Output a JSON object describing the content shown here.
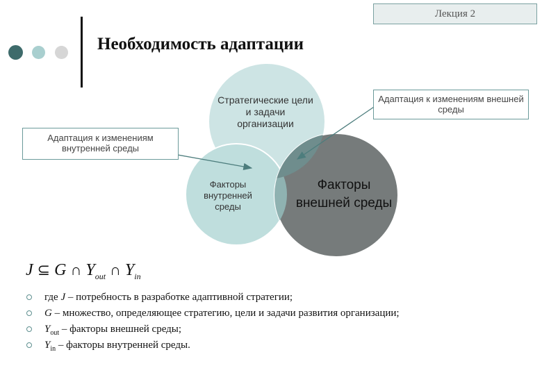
{
  "header": {
    "lecture_label": "Лекция 2",
    "title": "Необходимость адаптации"
  },
  "decor": {
    "dot_colors": [
      "#3e6b6b",
      "#a9cfcf",
      "#d6d6d6"
    ]
  },
  "diagram": {
    "circles": {
      "goals": {
        "label": "Стратегические цели и задачи организации",
        "color": "#cde4e4"
      },
      "internal": {
        "label": "Факторы внутренней среды",
        "color": "#bfdedd"
      },
      "external": {
        "label": "Факторы внешней среды",
        "color": "#767b7b"
      }
    },
    "callouts": {
      "internal": "Адаптация к изменениям внутренней среды",
      "external": "Адаптация к изменениям внешней среды"
    }
  },
  "formula": {
    "lhs": "J",
    "op": "⊆",
    "g": "G",
    "cap": "∩",
    "y": "Y",
    "sub_out": "out",
    "sub_in": "in"
  },
  "legend": [
    {
      "sym": "J",
      "sub": "",
      "prefix": "где ",
      "text": " – потребность в разработке адаптивной стратегии;"
    },
    {
      "sym": "G",
      "sub": "",
      "prefix": "",
      "text": " – множество, определяющее стратегию, цели и задачи развития организации;"
    },
    {
      "sym": "Y",
      "sub": "out",
      "prefix": "",
      "text": " – факторы внешней среды;"
    },
    {
      "sym": "Y",
      "sub": "in",
      "prefix": "",
      "text": " – факторы внутренней среды."
    }
  ]
}
